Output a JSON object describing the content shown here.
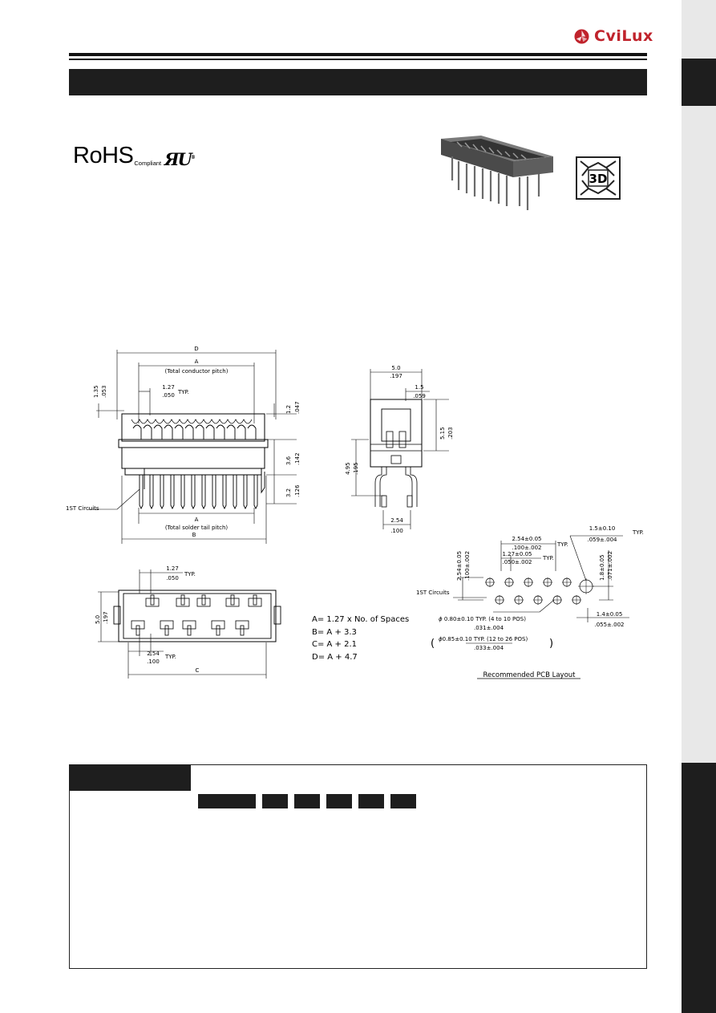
{
  "brand": {
    "logo_text": "CviLux",
    "accent_color": "#c0232c"
  },
  "certifications": {
    "rohs_main": "RoHS",
    "rohs_sub": "Compliant",
    "ul_mark": "ЯU",
    "ul_sup": "®"
  },
  "model_badge": {
    "label": "3D"
  },
  "side_view": {
    "dim_D": "D",
    "dim_A": "A",
    "dim_A_note": "(Total conductor pitch)",
    "pitch_mm": "1.27",
    "pitch_in": ".050",
    "typ": "TYP.",
    "h1_mm": "1.35",
    "h1_in": ".053",
    "h2_mm": "1.2",
    "h2_in": ".047",
    "h3_mm": "3.6",
    "h3_in": ".142",
    "h4_mm": "3.2",
    "h4_in": ".126",
    "first_circuit": "1ST  Circuits",
    "dim_A2": "A",
    "dim_A2_note": "(Total solder tail pitch)",
    "dim_B": "B"
  },
  "end_view": {
    "w_mm": "5.0",
    "w_in": ".197",
    "s_mm": "1.5",
    "s_in": ".059",
    "h_mm": "5.15",
    "h_in": ".203",
    "h2_mm": "4.95",
    "h2_in": ".195",
    "pitch_mm": "2.54",
    "pitch_in": ".100"
  },
  "top_view": {
    "pitch_mm": "1.27",
    "pitch_in": ".050",
    "typ": "TYP.",
    "h_mm": "5.0",
    "h_in": ".197",
    "row_mm": "2.54",
    "row_in": ".100",
    "dim_C": "C"
  },
  "formulas": [
    "A= 1.27 x No. of Spaces",
    "B= A + 3.3",
    "C= A + 2.1",
    "D= A + 4.7"
  ],
  "pcb": {
    "hole_dia": "1.5±0.10",
    "hole_dia_in": ".059±.004",
    "typ": "TYP.",
    "pitch_mm": "2.54±0.05",
    "pitch_in": ".100±.002",
    "half_mm": "1.27±0.05",
    "half_in": ".050±.002",
    "row_mm": "2.54±0.05",
    "row_in": ".100±.002",
    "edge_mm": "1.8±0.05",
    "edge_in": ".071±.002",
    "first_circuit": "1ST Circuits",
    "small_hole": "0.80±0.10 TYP. (4 to 10 POS)",
    "small_hole_in": ".031±.004",
    "large_hole": "0.85±0.10 TYP. (12 to 26 POS)",
    "large_hole_in": ".033±.004",
    "offset_mm": "1.4±0.05",
    "offset_in": ".055±.002",
    "caption": "Recommended PCB Layout"
  }
}
